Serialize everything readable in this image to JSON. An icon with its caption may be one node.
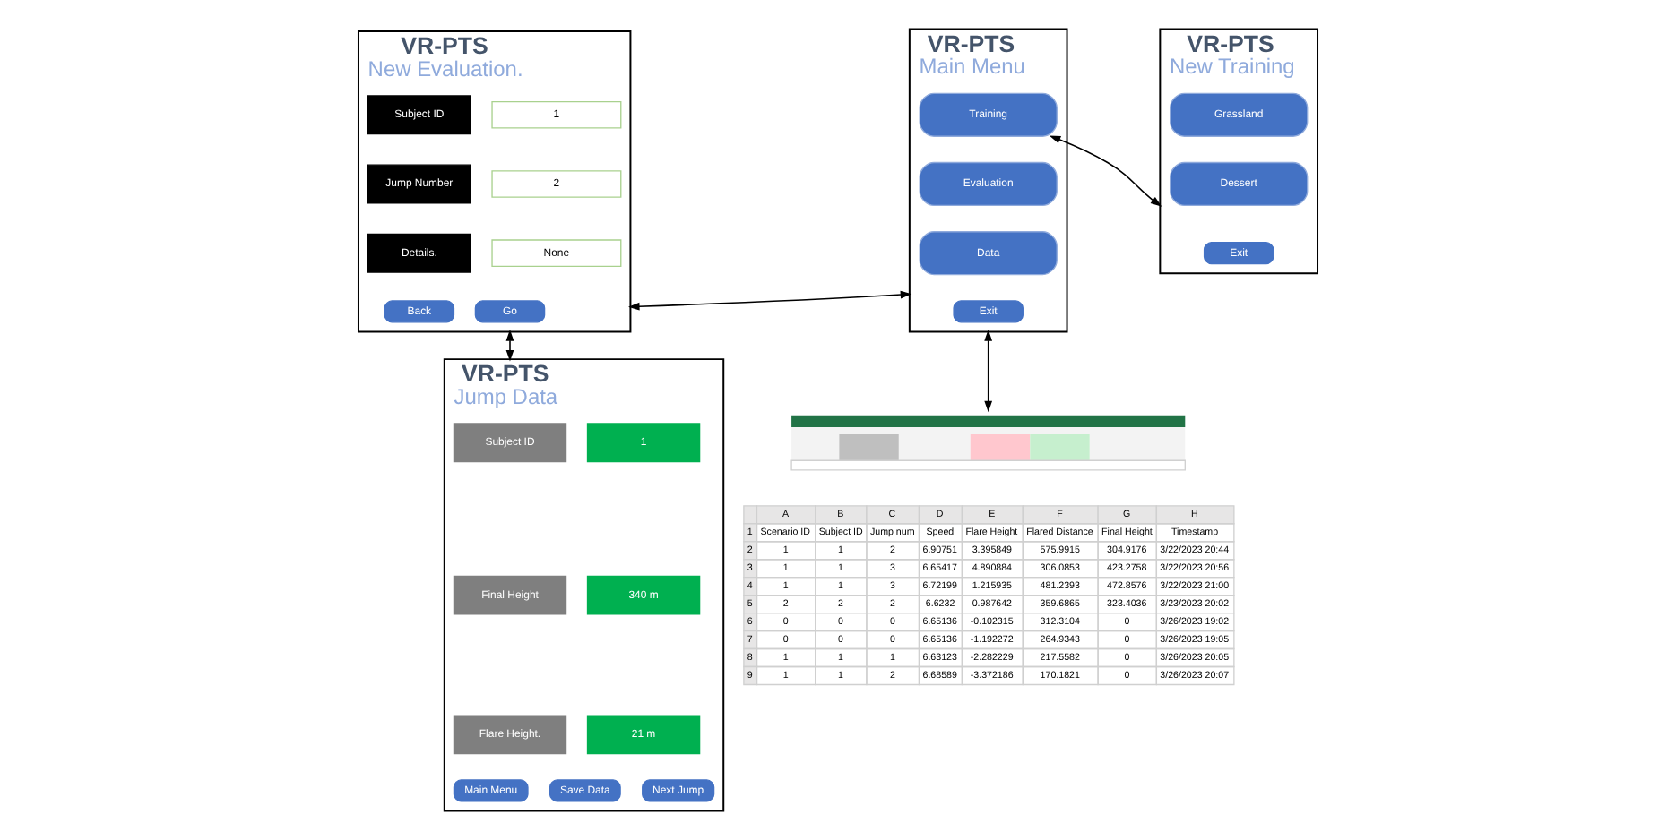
{
  "diagram": {
    "nodes": [
      {
        "text": [
          "VR-PTS",
          "New Evaluation."
        ]
      },
      {
        "text": [
          "Subject ID"
        ],
        "in": 0
      },
      {
        "text": [
          "1"
        ],
        "in": 0
      },
      {
        "text": [
          "Jump Number"
        ],
        "in": 0
      },
      {
        "text": [
          "2"
        ],
        "in": 0
      },
      {
        "text": [
          "Details."
        ],
        "in": 0
      },
      {
        "text": [
          "None"
        ],
        "in": 0
      },
      {
        "text": [
          "Back"
        ],
        "in": 0
      },
      {
        "text": [
          "Go"
        ],
        "in": 0
      },
      {
        "text": [
          "VR-PTS",
          "Main Menu"
        ]
      },
      {
        "text": [
          "Training"
        ],
        "in": 9
      },
      {
        "text": [
          "Evaluation"
        ],
        "in": 9
      },
      {
        "text": [
          "Data"
        ],
        "in": 9
      },
      {
        "text": [
          "Exit"
        ],
        "in": 9
      },
      {
        "text": [
          "VR-PTS",
          "New Training"
        ]
      },
      {
        "text": [
          "Grassland"
        ],
        "in": 14
      },
      {
        "text": [
          "Dessert"
        ],
        "in": 14
      },
      {
        "text": [
          "Exit"
        ],
        "in": 14
      },
      {
        "text": [
          "VR-PTS",
          "Jump Data"
        ]
      },
      {
        "text": [
          "Subject ID"
        ],
        "in": 18
      },
      {
        "text": [
          "1"
        ],
        "in": 18
      },
      {
        "text": [
          "Final Height"
        ],
        "in": 18
      },
      {
        "text": [
          "340 m"
        ],
        "in": 18
      },
      {
        "text": [
          "Flare Height."
        ],
        "in": 18
      },
      {
        "text": [
          "21 m"
        ],
        "in": 18
      },
      {
        "text": [
          "Main Menu"
        ],
        "in": 18
      },
      {
        "text": [
          "Save Data"
        ],
        "in": 18
      },
      {
        "text": [
          "Next Jump"
        ],
        "in": 18
      },
      {
        "text": [],
        "shape": "picture"
      }
    ],
    "edges": [
      {
        "from": 14,
        "to": 10,
        "arrow": "both"
      },
      {
        "from": 0,
        "to": 9,
        "arrow": "both"
      },
      {
        "from": 9,
        "to": 28,
        "arrow": "both"
      },
      {
        "from": 0,
        "to": 18,
        "arrow": "both"
      }
    ],
    "labels": [
      "A",
      "B",
      "C",
      "D",
      "E",
      "F",
      "G",
      "H",
      "1",
      "Scenario ID",
      "Subject ID",
      "Jump num",
      "Speed",
      "Flare Height",
      "Flared Distance",
      "Final Height",
      "Timestamp",
      "2",
      "1",
      "1",
      "2",
      "6.90751",
      "3.395849",
      "575.9915",
      "304.9176",
      "3/22/2023 20:44",
      "3",
      "1",
      "1",
      "3",
      "6.65417",
      "4.890884",
      "306.0853",
      "423.2758",
      "3/22/2023 20:56",
      "4",
      "1",
      "1",
      "3",
      "6.72199",
      "1.215935",
      "481.2393",
      "472.8576",
      "3/22/2023 21:00",
      "5",
      "2",
      "2",
      "2",
      "6.6232",
      "0.987642",
      "359.6865",
      "323.4036",
      "3/23/2023 20:02",
      "6",
      "0",
      "0",
      "0",
      "6.65136",
      "-0.102315",
      "312.3104",
      "0",
      "3/26/2023 19:02",
      "7",
      "0",
      "0",
      "0",
      "6.65136",
      "-1.192272",
      "264.9343",
      "0",
      "3/26/2023 19:05",
      "8",
      "1",
      "1",
      "1",
      "6.63123",
      "-2.282229",
      "217.5582",
      "0",
      "3/26/2023 20:05",
      "9",
      "1",
      "1",
      "2",
      "6.68589",
      "-3.372186",
      "170.1821",
      "0",
      "3/26/2023 20:07"
    ]
  }
}
